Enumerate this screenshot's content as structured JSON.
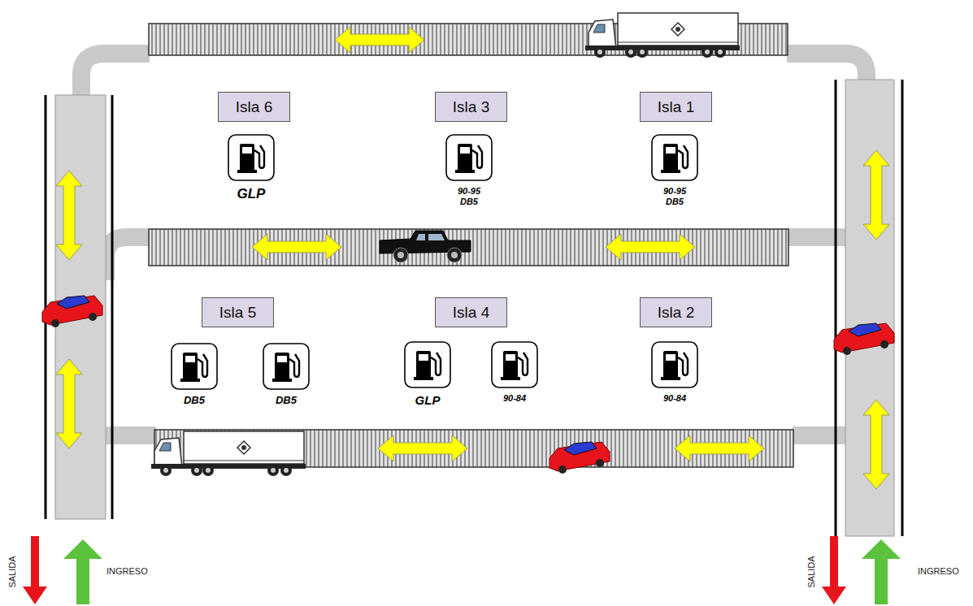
{
  "diagram": {
    "nodes": [
      {
        "text": [
          "Isla 6"
        ]
      },
      {
        "text": [
          "Isla 3"
        ]
      },
      {
        "text": [
          "Isla 1"
        ]
      },
      {
        "text": [
          "GLP"
        ]
      },
      {
        "text": [
          "90-95 DB5"
        ]
      },
      {
        "text": [
          "90-95 DB5"
        ]
      },
      {
        "text": [
          "Isla 5"
        ]
      },
      {
        "text": [
          "Isla 4"
        ]
      },
      {
        "text": [
          "Isla 2"
        ]
      },
      {
        "text": [
          "DB5"
        ]
      },
      {
        "text": [
          "DB5"
        ]
      },
      {
        "text": [
          "GLP"
        ]
      },
      {
        "text": [
          "90-84"
        ]
      },
      {
        "text": [
          "90-84"
        ]
      }
    ],
    "labels": [
      "SALIDA",
      "INGRESO",
      "SALIDA",
      "INGRESO"
    ]
  }
}
